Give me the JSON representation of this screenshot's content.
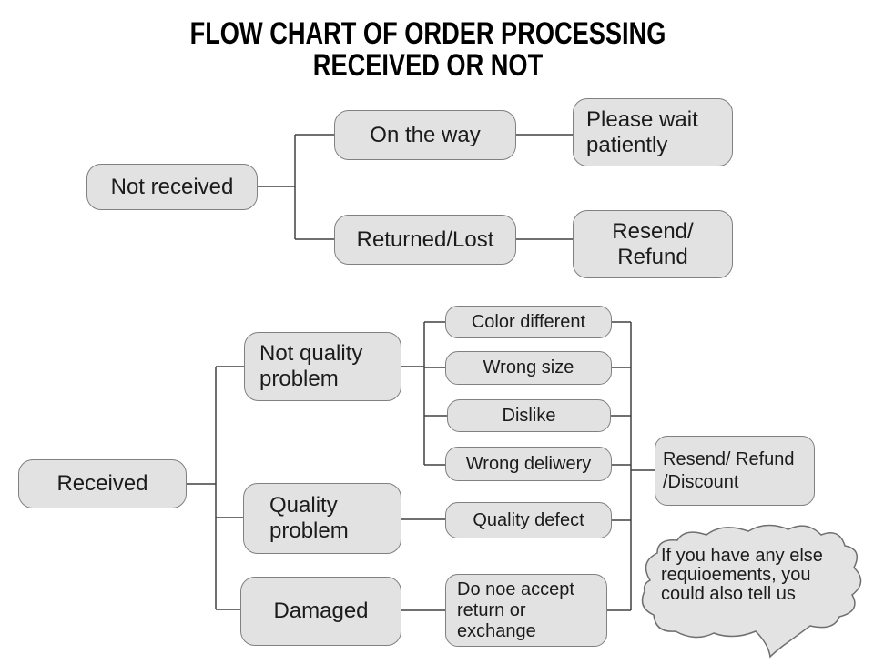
{
  "title": {
    "line1": "FLOW CHART OF ORDER PROCESSING",
    "line2": "RECEIVED OR NOT"
  },
  "nodes": {
    "not_received": "Not received",
    "on_the_way": "On the way",
    "please_wait": "Please wait\npatiently",
    "returned_lost": "Returned/Lost",
    "resend_refund": "Resend/\nRefund",
    "received": "Received",
    "not_quality_problem": "Not quality\nproblem",
    "quality_problem": "Quality\nproblem",
    "damaged": "Damaged",
    "color_different": "Color different",
    "wrong_size": "Wrong size",
    "dislike": "Dislike",
    "wrong_delivery": "Wrong deliwery",
    "quality_defect": "Quality defect",
    "do_not_accept": "Do noe accept\nreturn or\nexchange",
    "resend_refund_discount": "Resend/ Refund\n/Discount"
  },
  "speech_bubble": {
    "text": "If you have any else\nrequioements, you\ncould also tell us"
  },
  "colors": {
    "background": "#ffffff",
    "node_fill": "#e2e2e2",
    "node_border": "#808080",
    "connector": "#404040",
    "text": "#1b1b1b"
  }
}
